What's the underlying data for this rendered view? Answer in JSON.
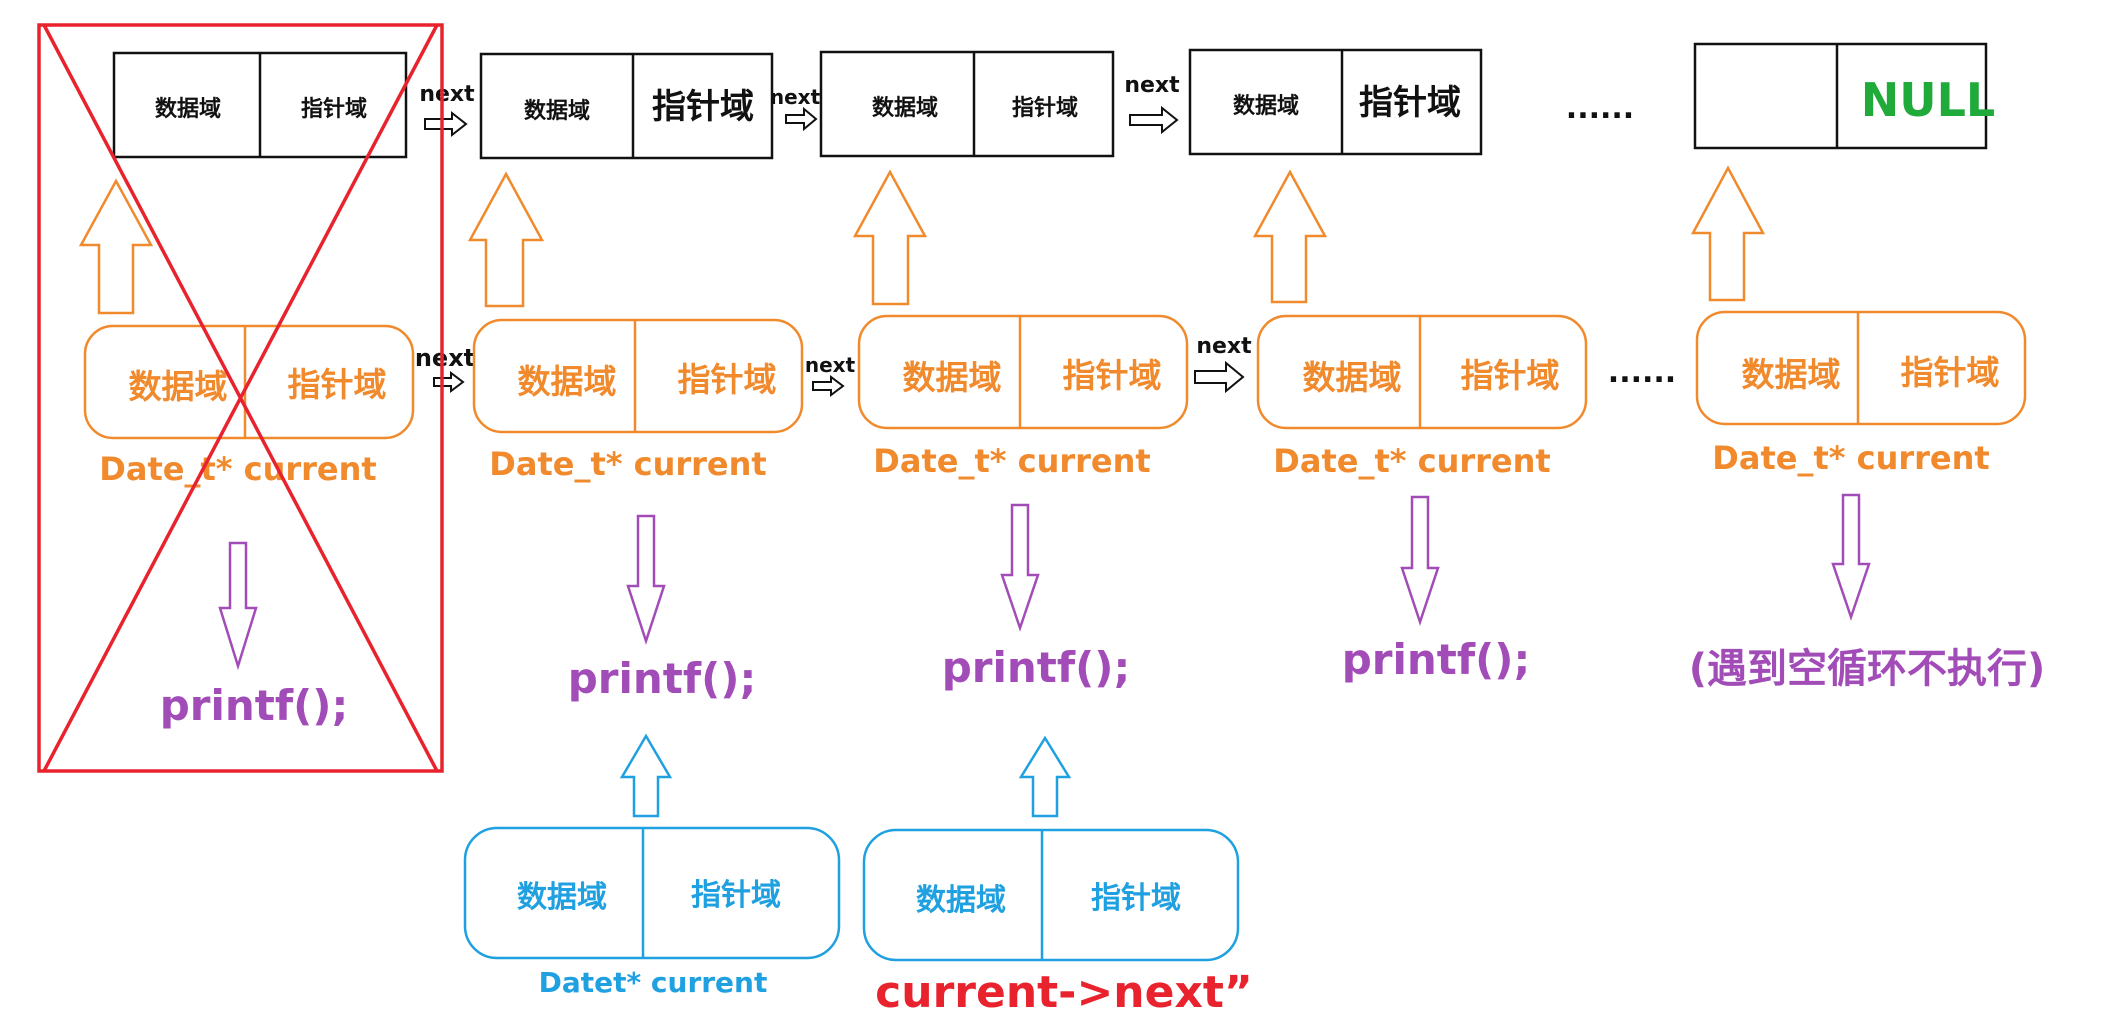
{
  "labels": {
    "data_field": "数据域",
    "pointer_field": "指针域",
    "next": "next",
    "ellipsis": "......",
    "null": "NULL",
    "current_var": "Date_t* current",
    "printf": "printf();",
    "skip_note": "(遇到空循环不执行)",
    "blue_current_var": "Datet* current",
    "current_next": "current->next”"
  },
  "colors": {
    "black": "#111111",
    "orange": "#f08a2c",
    "purple": "#a24cb8",
    "blue": "#1fa0e0",
    "red": "#e8232d",
    "green": "#1faa3a"
  },
  "icons": [
    "hollow-right-arrow",
    "hollow-up-arrow",
    "hollow-down-arrow"
  ]
}
